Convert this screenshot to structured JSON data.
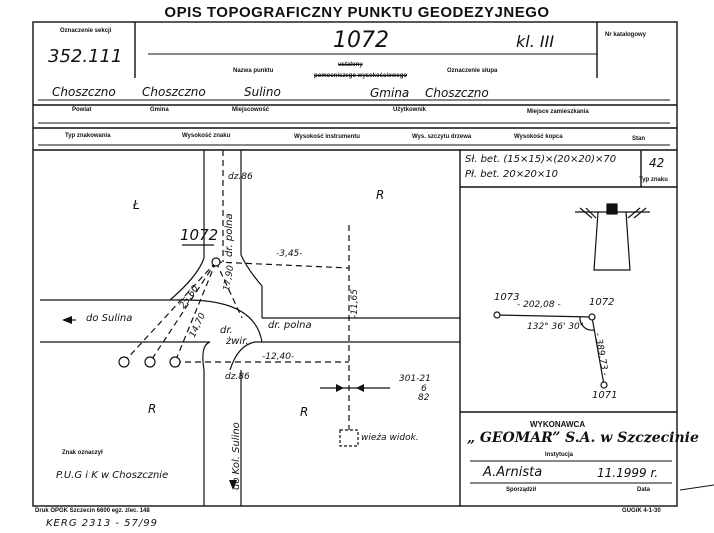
{
  "header": {
    "title": "OPIS TOPOGRAFICZNY PUNKTU GEODEZYJNEGO",
    "sheet_label": "Oznaczenie sekcji",
    "sheet_value": "352.111",
    "point_number": "1072",
    "class_value": "kl. III",
    "catalog_label": "Nr katalogowy",
    "name_label": "Nazwa punktu",
    "name_sub1": "ustalony",
    "name_sub2": "pomocniczego wysokościowego",
    "keep_label": "Oznaczenie słupa"
  },
  "location": {
    "powiat": "Choszczno",
    "gmina_city": "Choszczno",
    "miejscowosc": "Sulino",
    "gmina_label": "Gmina",
    "gmina_value": "Choszczno",
    "powiat_label": "Powiat",
    "gmina_caption": "Gmina",
    "miejsc_label": "Miejscowość",
    "uzytkownik_label": "Użytkownik",
    "miejsce_label": "Miejsce zamieszkania"
  },
  "meta_row": {
    "typ": "Typ znakowania",
    "wys_znaku": "Wysokość znaku",
    "wys_instr": "Wysokość instrumentu",
    "wys_szczytu": "Wys. szczytu drzewa",
    "wys_kopca": "Wysokość kopca",
    "stan": "Stan"
  },
  "sign": {
    "line1": "Sł. bet. (15×15)×(20×20)×70",
    "line2": "Pł. bet. 20×20×10",
    "type_value": "42",
    "type_label": "Typ znaku"
  },
  "sketch": {
    "point": "1072",
    "L": "Ł",
    "R1": "R",
    "R2": "R",
    "R3": "R",
    "dz86_top": "dz.86",
    "dz86_bottom": "dz.86",
    "dr_polna_v": "dr. polna",
    "dr_polna_h": "dr. polna",
    "dr_zwir1": "dr.",
    "dr_zwir2": "żwir.",
    "do_sulina": "do Sulina",
    "do_kol_sulino": "do Kol. Sulino",
    "d345": "-3,45-",
    "d1165": "-11,65",
    "d1240": "-12,40-",
    "d2560": "25,60",
    "d1470": "14,70",
    "d1790": "17,90",
    "ref_top": "301-21",
    "ref_mid": "6",
    "ref_bot": "82",
    "tower": "wieża widok.",
    "sign_label": "Znak oznaczył",
    "signed_by": "P.U.G i K w Choszcznie"
  },
  "orientation": {
    "p1073": "1073",
    "p1072": "1072",
    "p1071": "1071",
    "dist1": "- 202,08 -",
    "angle": "132° 36' 30\"",
    "dist2": "- 389,73 -"
  },
  "contractor": {
    "label": "WYKONAWCA",
    "name": "„ GEOMAR” S.A. w Szczecinie",
    "inst_label": "Instytucja",
    "author": "A.Arnista",
    "date": "11.1999 r.",
    "author_label": "Sporządził",
    "date_label": "Data"
  },
  "footer": {
    "print_info": "Druk OPGK Szczecin 6600 egz. zlec. 148",
    "kerg": "KERG  2313 - 57/99",
    "form": "GUGiK 4-1-30"
  }
}
